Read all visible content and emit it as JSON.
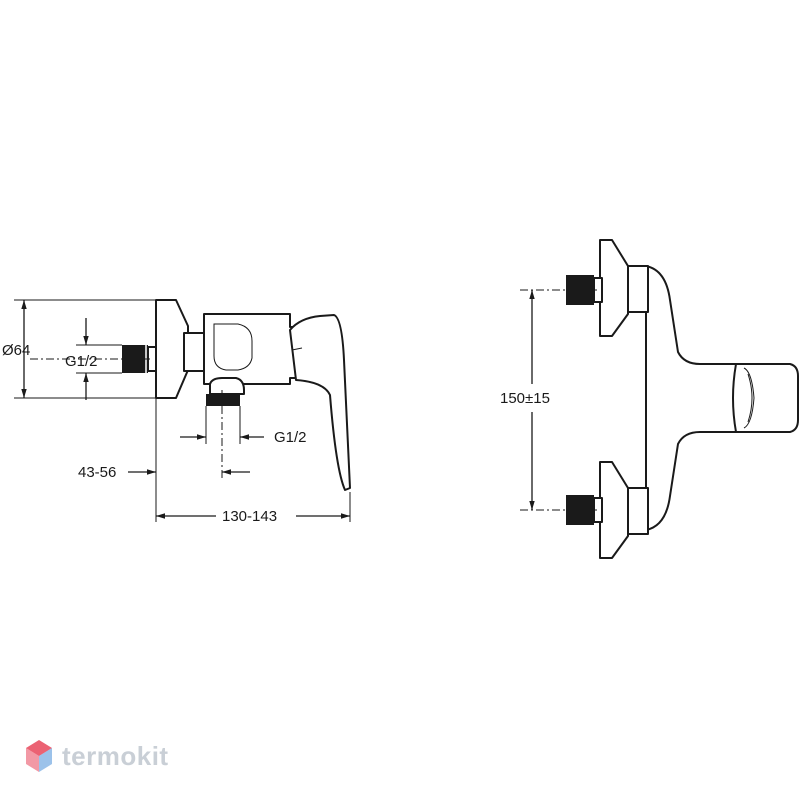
{
  "dimensions": {
    "diameter": "Ø64",
    "inlet_thread": "G1/2",
    "outlet_thread": "G1/2",
    "wall_offset": "43-56",
    "projection": "130-143",
    "center_spacing": "150±15"
  },
  "brand": {
    "name": "termokit",
    "accent_color": "#e8465b",
    "accent_color_2": "#4a8fd8"
  }
}
